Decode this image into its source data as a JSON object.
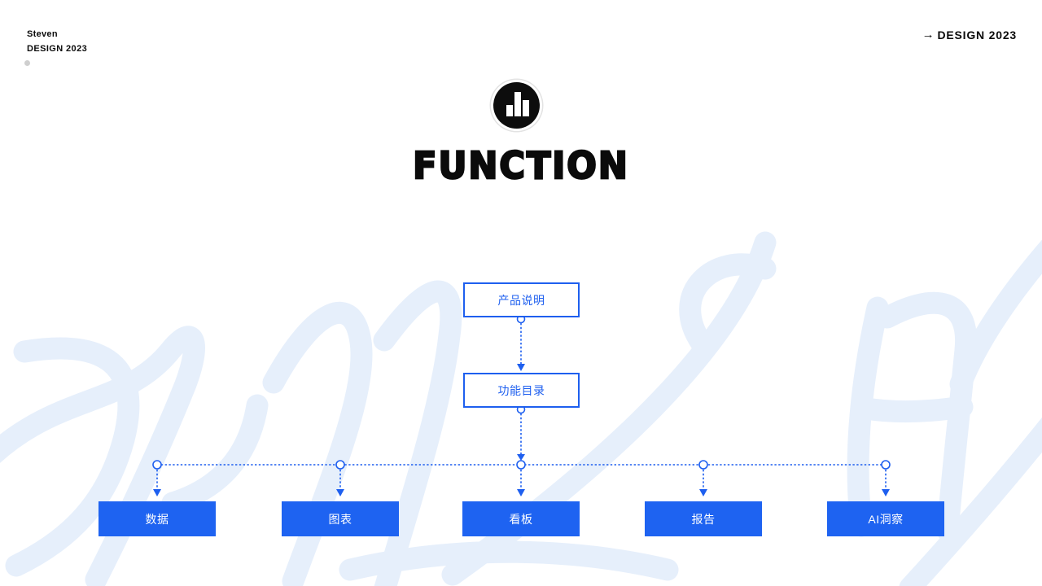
{
  "header": {
    "author": "Steven",
    "brand": "DESIGN 2023",
    "top_right_arrow": "→",
    "top_right_label": "DESIGN 2023"
  },
  "hero": {
    "logo_icon": "bar-chart-icon",
    "title": "FUNCTION"
  },
  "watermark": {
    "text": "功能目录"
  },
  "flowchart": {
    "root": {
      "label": "产品说明"
    },
    "secondary": {
      "label": "功能目录"
    },
    "branches": [
      {
        "label": "数据"
      },
      {
        "label": "图表"
      },
      {
        "label": "看板"
      },
      {
        "label": "报告"
      },
      {
        "label": "AI洞察"
      }
    ]
  },
  "colors": {
    "accent_blue": "#1E63F1",
    "outline_node_border": "#1E5FEF",
    "solid_node_fill": "#1E63F1",
    "solid_node_text": "#FFFFFF",
    "title_black": "#0B0B0B",
    "watermark_stroke": "#E6EFFB",
    "dot_gray": "#CFCFCF"
  }
}
